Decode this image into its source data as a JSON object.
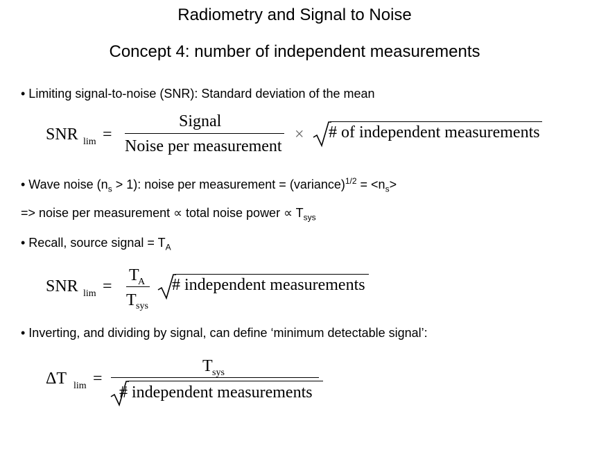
{
  "title": "Radiometry and Signal to Noise",
  "subtitle": "Concept 4: number of independent measurements",
  "bullets": {
    "b1": "• Limiting signal-to-noise  (SNR): Standard deviation of the mean",
    "b2_a": "• Wave noise (n",
    "b2_sub1": "s",
    "b2_b": " > 1):  noise per measurement = (variance)",
    "b2_sup": "1/2",
    "b2_c": "  =  <n",
    "b2_sub2": "s",
    "b2_d": ">",
    "b3_a": "=>  noise per measurement ",
    "b3_prop1": "∝",
    "b3_b": " total noise power ",
    "b3_prop2": "∝",
    "b3_c": " T",
    "b3_sub": "sys",
    "b4_a": "• Recall, source signal = T",
    "b4_sub": "A",
    "b5": "• Inverting, and dividing by signal, can define ‘minimum detectable signal’:"
  },
  "eq1": {
    "lhs": "SNR",
    "lhs_sub": "lim",
    "equals": "=",
    "numerator": "Signal",
    "denominator": "Noise per measurement",
    "times": "×",
    "radicand": "# of independent measurements"
  },
  "eq2": {
    "lhs": "SNR",
    "lhs_sub": "lim",
    "equals": "=",
    "numerator": "T",
    "numerator_sub": "A",
    "denominator": "T",
    "denominator_sub": "sys",
    "radicand": "# independent measurements"
  },
  "eq3": {
    "lhs": "ΔT",
    "lhs_sub": "lim",
    "equals": "=",
    "numerator": "T",
    "numerator_sub": "sys",
    "radicand": "# independent measurements"
  }
}
